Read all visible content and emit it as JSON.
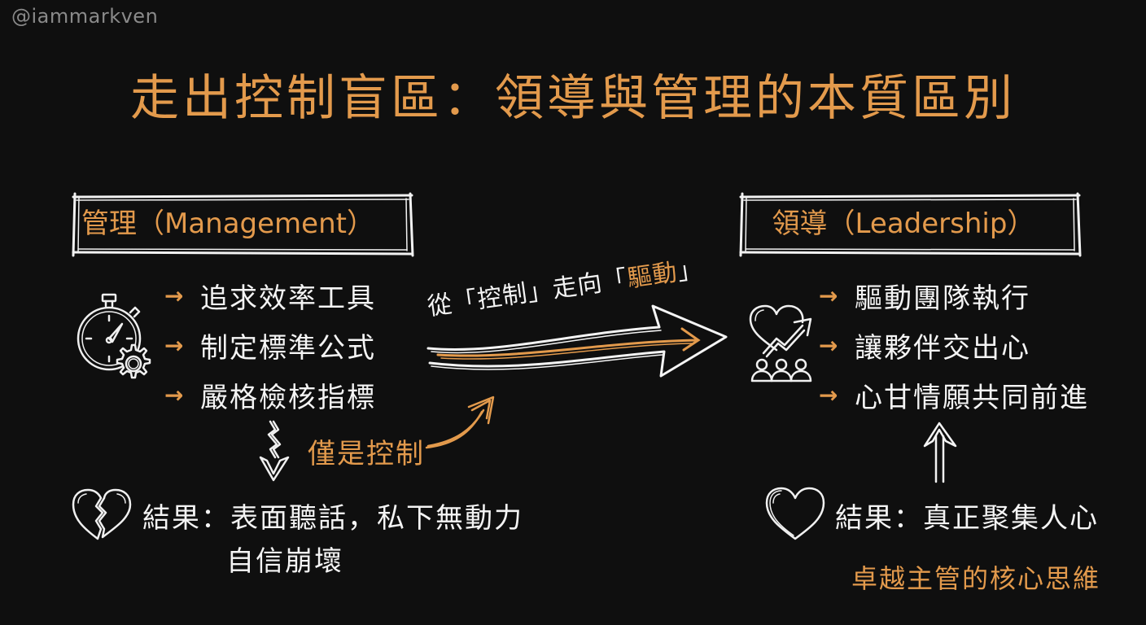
{
  "watermark": "@iammarkven",
  "title": "走出控制盲區：領導與管理的本質區別",
  "colors": {
    "background": "#0f0f0f",
    "accent": "#e39a4c",
    "text": "#f4f4f4",
    "watermark": "#8a8a8a"
  },
  "management": {
    "heading": "管理（Management）",
    "icon": "stopwatch-gear-icon",
    "items": [
      {
        "arrow": "→",
        "label": "追求效率工具"
      },
      {
        "arrow": "→",
        "label": "制定標準公式"
      },
      {
        "arrow": "→",
        "label": "嚴格檢核指標"
      }
    ],
    "down_arrow_icon": "jagged-down-arrow-icon",
    "side_note": "僅是控制",
    "side_note_arrow_icon": "curved-up-arrow-icon",
    "result_icon": "broken-heart-icon",
    "result_line1": "結果：表面聽話，私下無動力",
    "result_line2": "自信崩壞"
  },
  "transition": {
    "prefix": "從「控制」走向",
    "highlight_open": "「",
    "highlight": "驅動",
    "highlight_close": "」",
    "arrow_icon": "big-right-arrow-icon"
  },
  "leadership": {
    "heading": "領導（Leadership）",
    "icon": "heart-growth-team-icon",
    "items": [
      {
        "arrow": "→",
        "label": "驅動團隊執行"
      },
      {
        "arrow": "→",
        "label": "讓夥伴交出心"
      },
      {
        "arrow": "→",
        "label": "心甘情願共同前進"
      }
    ],
    "up_arrow_icon": "up-arrow-icon",
    "result_icon": "heart-icon",
    "result": "結果：真正聚集人心",
    "tagline": "卓越主管的核心思維"
  }
}
